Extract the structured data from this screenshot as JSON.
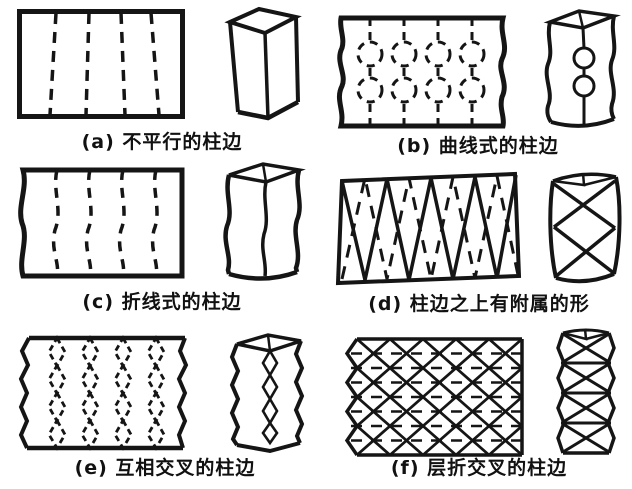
{
  "figure": {
    "background_color": "#ffffff",
    "ink_color": "#151515",
    "panels": [
      {
        "key": "a",
        "caption": "(a) 不平行的柱边",
        "flat_pattern": "non-parallel-dashed-vertical-lines",
        "column": "tapered-square-column"
      },
      {
        "key": "b",
        "caption": "(b) 曲线式的柱边",
        "flat_pattern": "dashed-lines-with-circle-beads",
        "column": "wavy-edge-column-with-two-circles"
      },
      {
        "key": "c",
        "caption": "(c) 折线式的柱边",
        "flat_pattern": "wavy-dashed-vertical-lines",
        "column": "wavy-edge-column"
      },
      {
        "key": "d",
        "caption": "(d) 柱边之上有附属的形",
        "flat_pattern": "crossed-diagonal-diamond-lattice",
        "column": "column-with-x-bracing"
      },
      {
        "key": "e",
        "caption": "(e) 互相交叉的柱边",
        "flat_pattern": "dashed-diamond-chains",
        "column": "zigzag-edge-column-with-diamond-chain"
      },
      {
        "key": "f",
        "caption": "(f) 层折交叉的柱边",
        "flat_pattern": "layered-triangulated-lattice",
        "column": "latticed-column"
      }
    ]
  }
}
